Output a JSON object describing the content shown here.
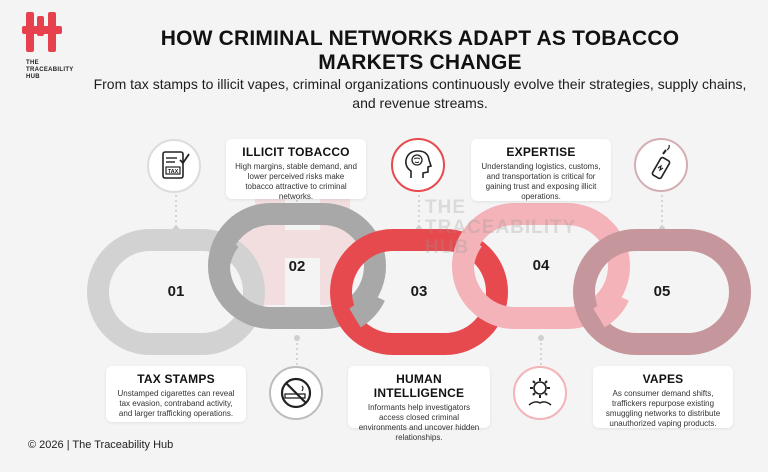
{
  "header": {
    "title": "HOW CRIMINAL NETWORKS ADAPT AS TOBACCO MARKETS CHANGE",
    "subtitle": "From tax stamps to illicit vapes, criminal organizations continuously evolve their strategies, supply chains, and revenue streams."
  },
  "brand": {
    "logo_text": "THE TRACEABILITY HUB",
    "footer": "© 2026 | The Traceability Hub",
    "watermark": "THE TRACEABILITY HUB",
    "accent": "#e8414e"
  },
  "steps": [
    {
      "number": "01",
      "title": "TAX STAMPS",
      "text": "Unstamped cigarettes can reveal tax evasion, contraband activity, and larger trafficking operations.",
      "icon": "tax-document-icon",
      "color": "#cfcfcf"
    },
    {
      "number": "02",
      "title": "ILLICIT TOBACCO",
      "text": "High margins, stable demand, and lower perceived risks make tobacco attractive to criminal networks.",
      "icon": "no-smoking-icon",
      "color": "#a6a6a6"
    },
    {
      "number": "03",
      "title": "HUMAN INTELLIGENCE",
      "text": "Informants help investigators access closed criminal environments and uncover hidden relationships.",
      "icon": "brain-head-icon",
      "color": "#e64a4f"
    },
    {
      "number": "04",
      "title": "EXPERTISE",
      "text": "Understanding logistics, customs, and transportation is critical for gaining trust and exposing illicit operations.",
      "icon": "gear-hand-icon",
      "color": "#f3b3b8"
    },
    {
      "number": "05",
      "title": "VAPES",
      "text": "As consumer demand shifts, traffickers repurpose existing smuggling networks to distribute unauthorized vaping products.",
      "icon": "vape-icon",
      "color": "#c5979c"
    }
  ]
}
